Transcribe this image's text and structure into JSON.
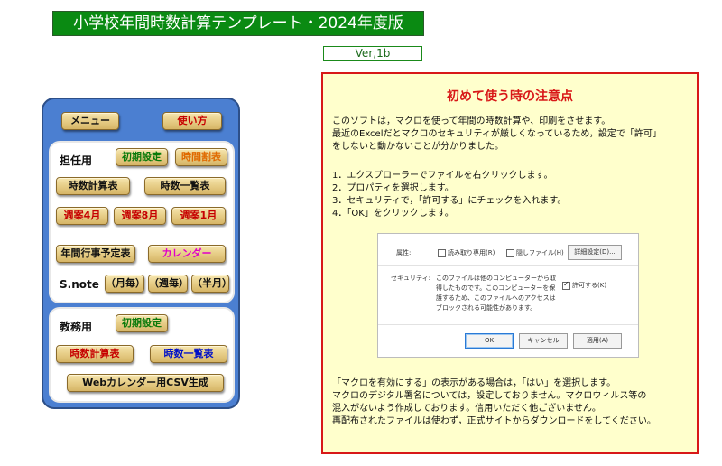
{
  "title": "小学校年間時数計算テンプレート・2024年度版",
  "version": "Ver,1b",
  "panel": {
    "menu": "メニュー",
    "how_to": "使い方",
    "tannin": {
      "label": "担任用",
      "initial_settings": "初期設定",
      "timetable": "時間割表",
      "hours_calc": "時数計算表",
      "hours_list": "時数一覧表",
      "weekly_april": "週案4月",
      "weekly_august": "週案8月",
      "weekly_january": "週案1月",
      "annual_events": "年間行事予定表",
      "calendar": "カレンダー",
      "snote_label": "S.note",
      "monthly": "（月毎）",
      "weekly": "（週毎）",
      "half_year": "（半月）"
    },
    "kyomu": {
      "label": "教務用",
      "initial_settings": "初期設定",
      "hours_calc": "時数計算表",
      "hours_list": "時数一覧表",
      "web_csv": "Webカレンダー用CSV生成"
    }
  },
  "notice": {
    "heading": "初めて使う時の注意点",
    "intro": "このソフトは，マクロを使って年間の時数計算や、印刷をさせます。\n最近のExcelだとマクロのセキュリティが厳しくなっているため，設定で「許可」\nをしないと動かないことが分かりました。",
    "steps": "1．エクスプローラーでファイルを右クリックします。\n2．プロパティを選択します。\n3．セキュリティで，「許可する」にチェックを入れます。\n4．「OK」をクリックします。",
    "outro": "「マクロを有効にする」の表示がある場合は，「はい」を選択します。\nマクロのデジタル署名については，設定しておりません。マクロウィルス等の\n混入がないよう作成しております。信用いただく他ございません。\n再配布されたファイルは使わず，正式サイトからダウンロードをしてください。",
    "dialog": {
      "attr_label": "属性:",
      "readonly": "読み取り専用(R)",
      "hidden": "隠しファイル(H)",
      "advanced": "詳細設定(D)...",
      "security_label": "セキュリティ:",
      "security_text": "このファイルは他のコンピューターから取\n得したものです。このコンピューターを保\n護するため、このファイルへのアクセスは\nブロックされる可能性があります。",
      "allow": "許可する(K)",
      "ok": "OK",
      "cancel": "キャンセル",
      "apply": "適用(A)"
    }
  }
}
